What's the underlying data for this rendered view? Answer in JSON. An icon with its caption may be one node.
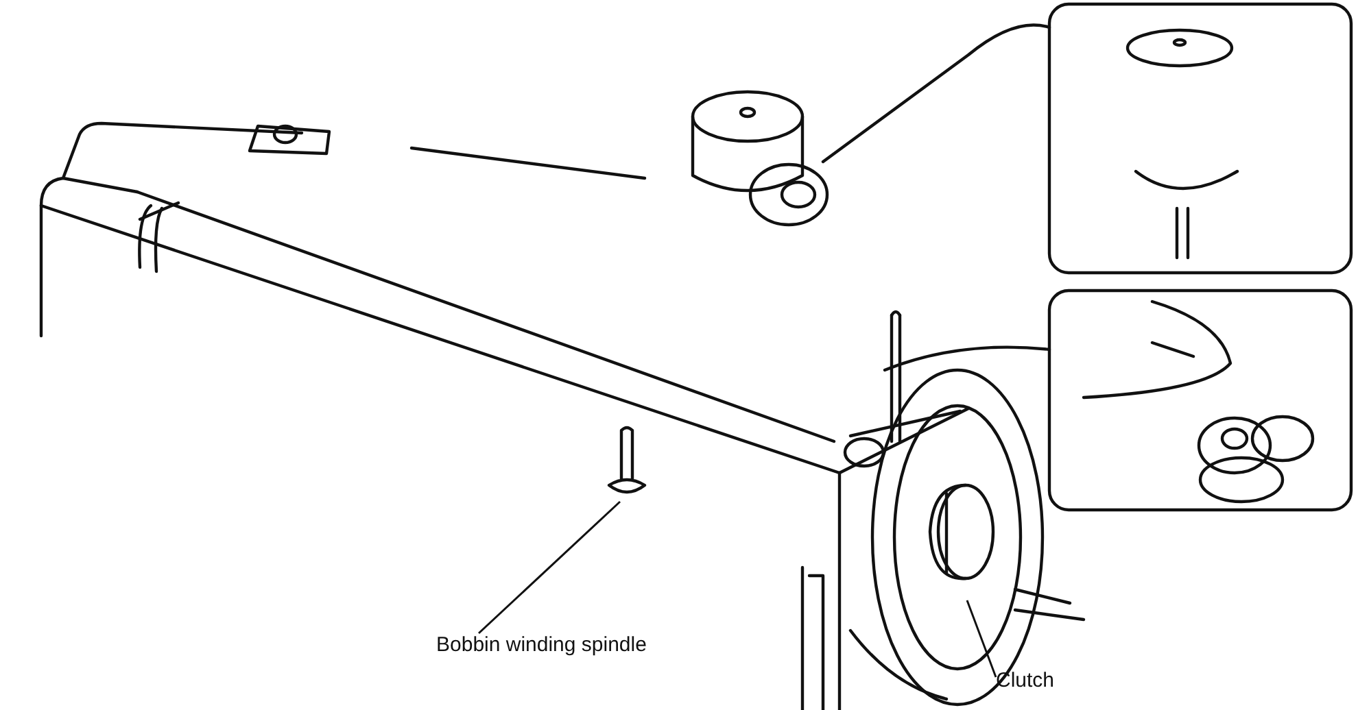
{
  "diagram": {
    "nodes": [
      {
        "text": [
          "Bobbin winding spindle"
        ]
      },
      {
        "text": [],
        "shape": "picture"
      },
      {
        "text": [
          "Clutch"
        ]
      },
      {
        "text": [],
        "shape": "circle"
      }
    ],
    "edges": [
      {
        "from": 0,
        "to": 1,
        "arrow": "none"
      },
      {
        "from": 2,
        "to": 3,
        "arrow": "none"
      }
    ]
  }
}
